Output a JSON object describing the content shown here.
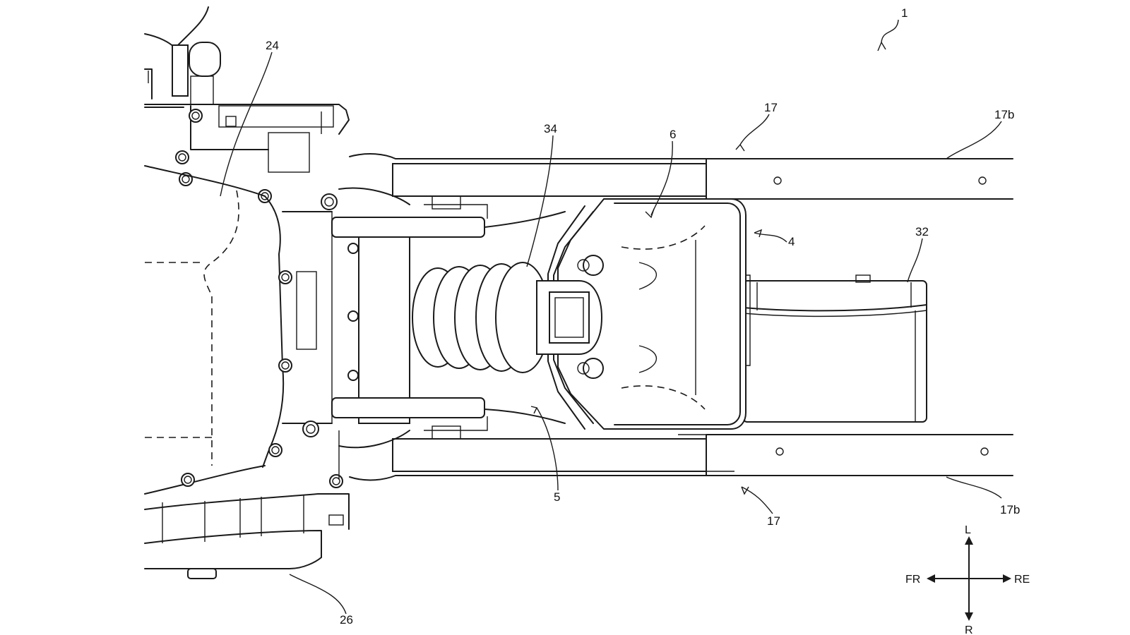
{
  "figure": {
    "labels": {
      "l1": "1",
      "l4": "4",
      "l5": "5",
      "l6": "6",
      "l17_top": "17",
      "l17_bottom": "17",
      "l17b_top": "17b",
      "l17b_bottom": "17b",
      "l24": "24",
      "l26": "26",
      "l32": "32",
      "l34": "34"
    },
    "compass": {
      "up": "L",
      "down": "R",
      "left": "FR",
      "right": "RE"
    }
  }
}
